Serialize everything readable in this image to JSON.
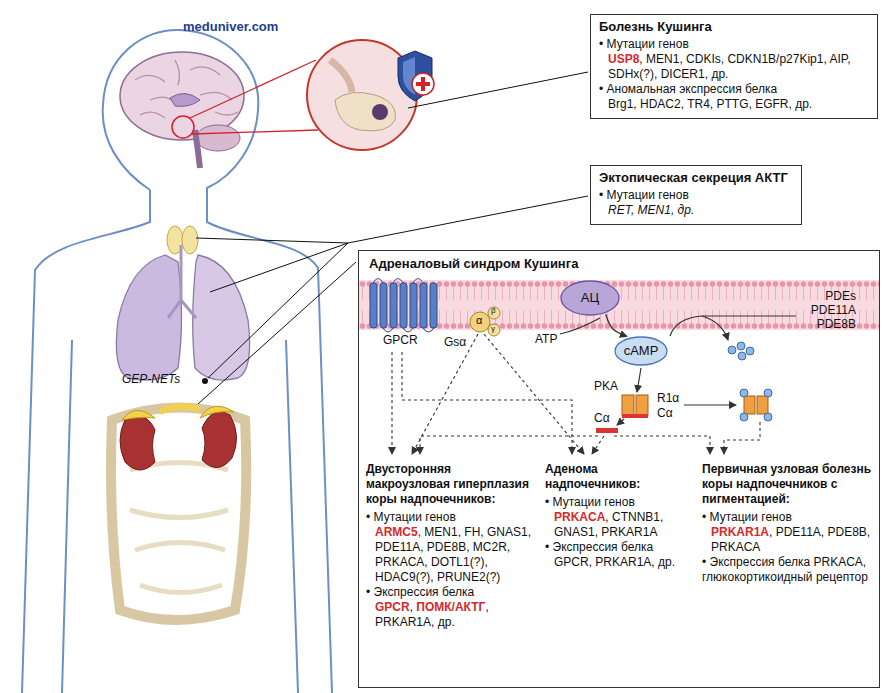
{
  "diagram": {
    "nodes": [
      {
        "text": [
          "Болезнь Кушинга",
          "• Мутации генов",
          "USP8, MEN1, CDKIs, CDKN1B/p27Kip1, AIP, SDHx(?), DICER1, др.",
          "• Аномальная экспрессия белка",
          "Brg1, HDAC2, TR4, PTTG, EGFR, др."
        ]
      },
      {
        "text": [
          "Эктопическая секреция АКТГ",
          "• Мутации генов",
          "RET, MEN1, др."
        ]
      },
      {
        "text": [
          "Адреналовый синдром Кушинга"
        ]
      },
      {
        "text": [
          "АЦ"
        ],
        "in": 2
      },
      {
        "text": [
          "cAMP"
        ],
        "in": 2
      },
      {
        "text": [
          "Двусторонняя макроузловая гиперплазия коры надпочечников:",
          "• Мутации генов",
          "ARMC5, MEN1, FH, GNAS1, PDE11A, PDE8B, MC2R, PRKACA, DOTL1(?), HDAC9(?), PRUNE2(?)",
          "• Экспрессия белка",
          "GPCR, ПОМК/АКТГ, PRKAR1A, др."
        ],
        "in": 2
      },
      {
        "text": [
          "Аденома надпочечников:",
          "• Мутации генов",
          "PRKACA, CTNNB1, GNAS1, PRKAR1A",
          "• Экспрессия белка",
          "GPCR, PRKAR1A, др."
        ],
        "in": 2
      },
      {
        "text": [
          "Первичная узловая болезнь коры надпочечников с пигментацией:",
          "• Мутации генов",
          "PRKAR1A, PDE11A, PDE8B, PRKACA",
          "• Экспрессия белка PRKACA, глюкокортикоидный рецептор"
        ],
        "in": 2
      }
    ],
    "edges": [
      {
        "from": 3,
        "to": 4,
        "arrow": "to"
      }
    ],
    "labels": [
      "meduniver.com",
      "GEP-NETs",
      "GPCR",
      "Gsα",
      "α",
      "β",
      "γ",
      "ATP",
      "PDEs PDE11A PDE8B",
      "PKA",
      "R1α",
      "Cα",
      "Cα"
    ]
  }
}
